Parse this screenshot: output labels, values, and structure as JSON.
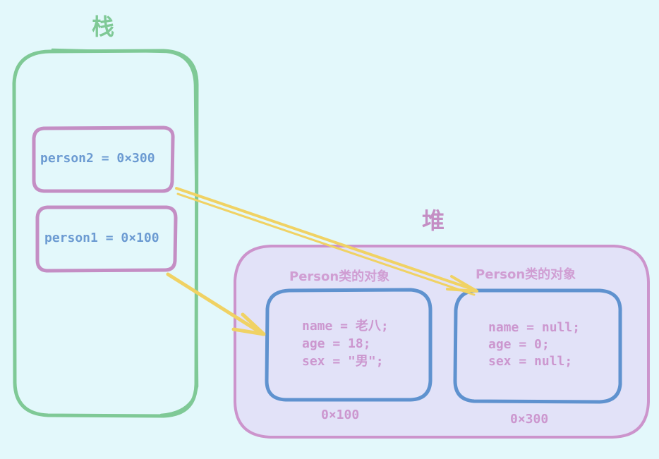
{
  "stack": {
    "title": "栈",
    "vars": [
      {
        "label": "person2 = 0×300"
      },
      {
        "label": "person1 = 0×100"
      }
    ]
  },
  "heap": {
    "title": "堆",
    "objects": [
      {
        "caption": "Person类的对象",
        "fields": [
          "name = 老八;",
          "age = 18;",
          "sex = \"男\";"
        ],
        "address": "0×100"
      },
      {
        "caption": "Person类的对象",
        "fields": [
          "name = null;",
          "age = 0;",
          "sex = null;"
        ],
        "address": "0×300"
      }
    ]
  },
  "colors": {
    "background": "#e3f8fb",
    "stack_border": "#7fc996",
    "var_border": "#c48ec4",
    "heap_fill": "#e2e2f8",
    "heap_border": "#cc94cc",
    "object_border": "#5f92cf",
    "arrow": "#f0d264"
  }
}
